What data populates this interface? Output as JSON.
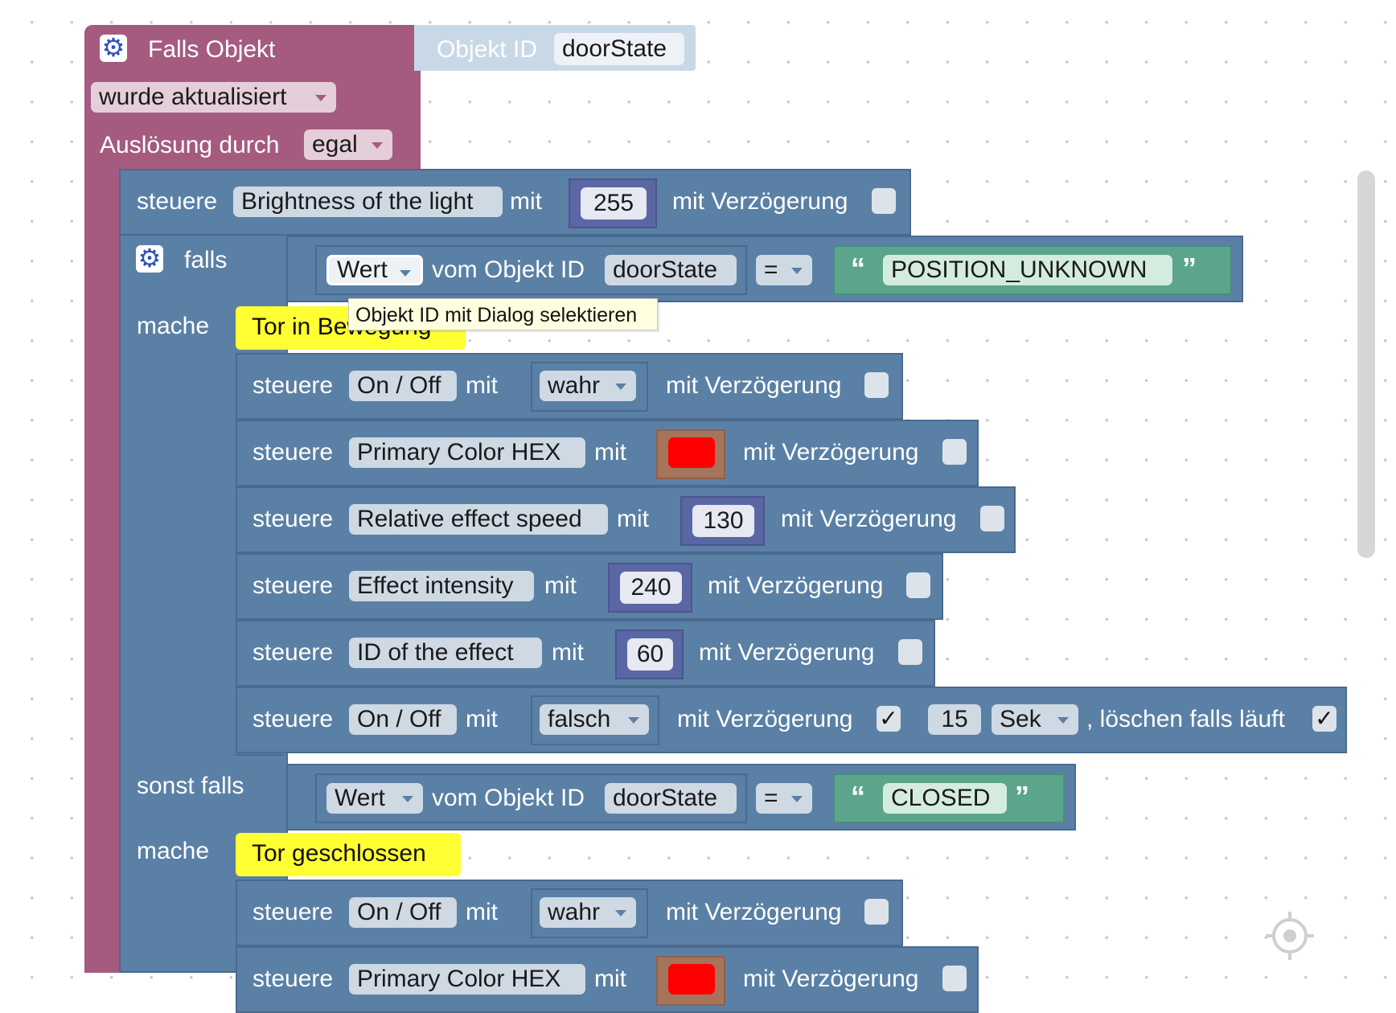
{
  "event_block": {
    "title": "Falls Objekt",
    "object_id_label": "Objekt ID",
    "object_id_value": "doorState",
    "mode": "wurde aktualisiert",
    "trigger_label": "Auslösung durch",
    "trigger_value": "egal"
  },
  "first_control": {
    "word": "steuere",
    "target": "Brightness of the light",
    "with": "mit",
    "value": "255",
    "delay_label": "mit Verzögerung"
  },
  "if_block": {
    "falls": "falls",
    "mache": "mache",
    "sonst_falls": "sonst falls",
    "cond1": {
      "property": "Wert",
      "of_object": "vom Objekt ID",
      "object": "doorState",
      "op": "=",
      "value": "POSITION_UNKNOWN"
    },
    "cond2": {
      "property": "Wert",
      "of_object": "vom Objekt ID",
      "object": "doorState",
      "op": "=",
      "value": "CLOSED"
    }
  },
  "tooltip": "Objekt ID mit Dialog selektieren",
  "comment1": "Tor in Bewegung",
  "comment2": "Tor geschlossen",
  "branch1": [
    {
      "word": "steuere",
      "target": "On / Off",
      "with": "mit",
      "value": "wahr",
      "delay_label": "mit Verzögerung"
    },
    {
      "word": "steuere",
      "target": "Primary Color HEX",
      "with": "mit",
      "value_color": "#ff0000",
      "delay_label": "mit Verzögerung"
    },
    {
      "word": "steuere",
      "target": "Relative effect speed",
      "with": "mit",
      "value": "130",
      "delay_label": "mit Verzögerung"
    },
    {
      "word": "steuere",
      "target": "Effect intensity",
      "with": "mit",
      "value": "240",
      "delay_label": "mit Verzögerung"
    },
    {
      "word": "steuere",
      "target": "ID of the effect",
      "with": "mit",
      "value": "60",
      "delay_label": "mit Verzögerung"
    },
    {
      "word": "steuere",
      "target": "On / Off",
      "with": "mit",
      "value": "falsch",
      "delay_label": "mit Verzögerung",
      "delay_checked": "✓",
      "delay_value": "15",
      "delay_unit": "Sek",
      "clear_label": ", löschen falls läuft",
      "clear_checked": "✓"
    }
  ],
  "branch2": [
    {
      "word": "steuere",
      "target": "On / Off",
      "with": "mit",
      "value": "wahr",
      "delay_label": "mit Verzögerung"
    },
    {
      "word": "steuere",
      "target": "Primary Color HEX",
      "with": "mit",
      "value_color": "#ff0000",
      "delay_label": "mit Verzögerung"
    }
  ],
  "colors": {
    "event": "#a55b80",
    "control": "#5b80a5",
    "math": "#5b67a5",
    "text": "#5ba58c",
    "comment": "#ffff33",
    "gear": "#2d4fc2"
  }
}
